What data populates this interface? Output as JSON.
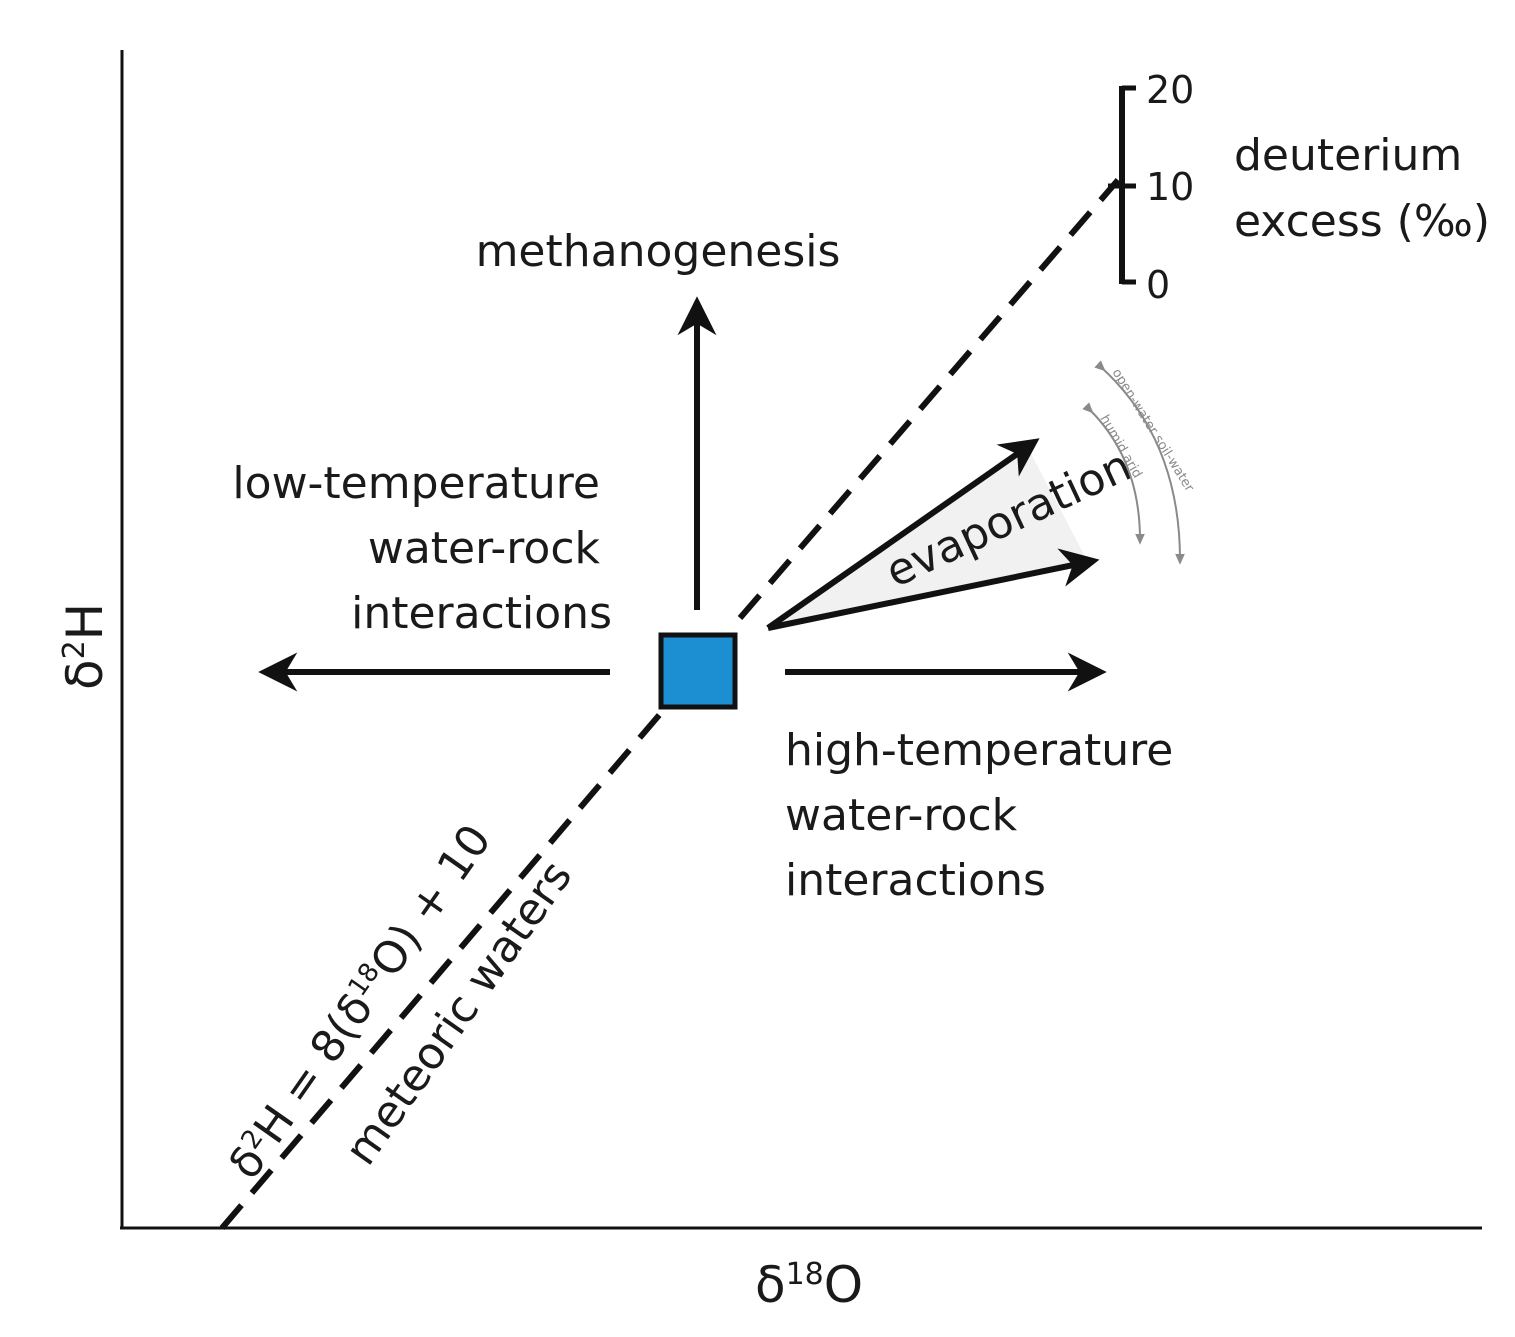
{
  "axes": {
    "x_label_base": "δ",
    "x_label_sup": "18",
    "x_label_tail": "O",
    "y_label_base": "δ",
    "y_label_sup": "2",
    "y_label_tail": "H"
  },
  "processes": {
    "methanogenesis": "methanogenesis",
    "low_temp": [
      "low-temperature",
      "water-rock",
      "interactions"
    ],
    "high_temp": [
      "high-temperature",
      "water-rock",
      "interactions"
    ],
    "evaporation": "evaporation",
    "evaporation_curve_outer": "open-water  soil-water",
    "evaporation_curve_inner": "humid   arid"
  },
  "meteoric": {
    "equation_parts": [
      "δ",
      "2",
      "H = 8(δ",
      "18",
      "O) + 10"
    ],
    "label": "meteoric waters"
  },
  "deuterium_excess": {
    "label_line1": "deuterium",
    "label_line2": "excess (‰)",
    "ticks": [
      "20",
      "10",
      "0"
    ]
  },
  "colors": {
    "sample_fill": "#1b8fd2",
    "ink": "#111111",
    "faint": "#8a8a8a"
  }
}
